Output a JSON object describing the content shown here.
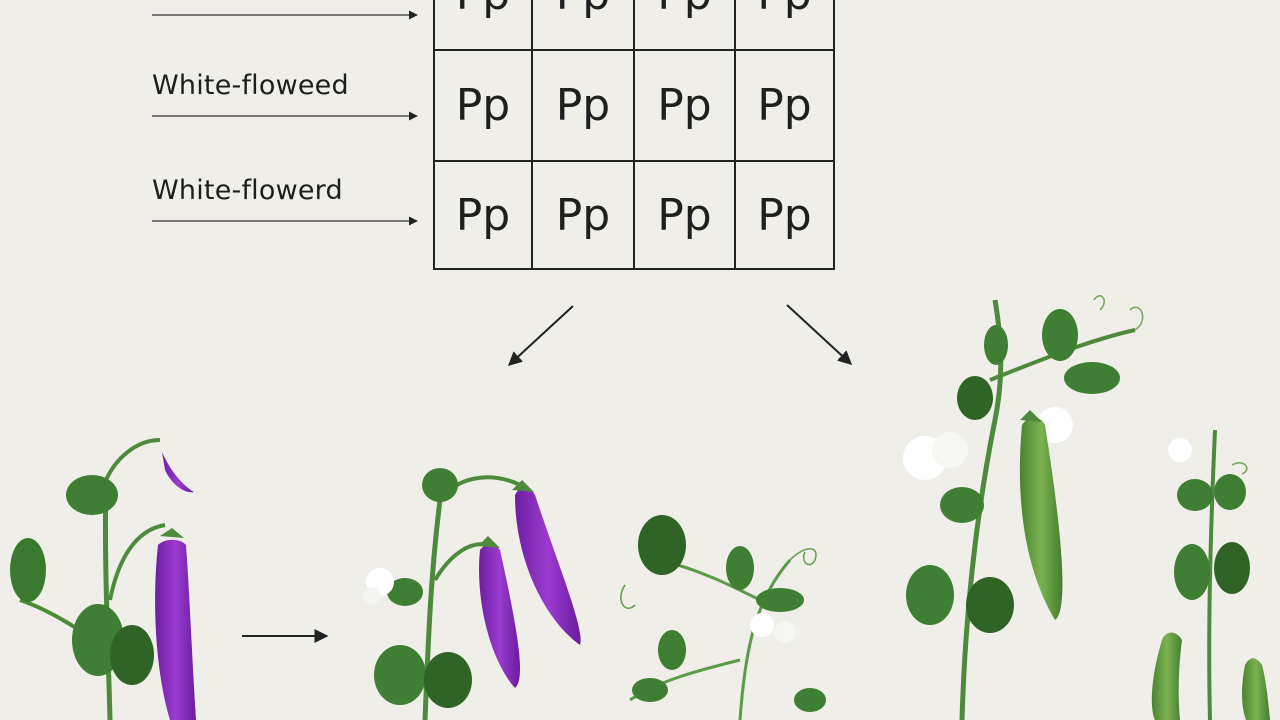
{
  "row_labels": [
    "White-floweed",
    "White-flowerd"
  ],
  "punnett": {
    "rows": [
      [
        "Pp",
        "Pp",
        "Pp",
        "Pp"
      ],
      [
        "Pp",
        "Pp",
        "Pp",
        "Pp"
      ],
      [
        "Pp",
        "Pp",
        "Pp",
        "Pp"
      ]
    ]
  },
  "colors": {
    "background": "#efeee9",
    "stem": "#4e8a3c",
    "leaf": "#3f7f33",
    "leaf_dark": "#2f6426",
    "pod_purple": "#8a2fc0",
    "pod_green": "#5f9a3f",
    "flower": "#ffffff"
  }
}
